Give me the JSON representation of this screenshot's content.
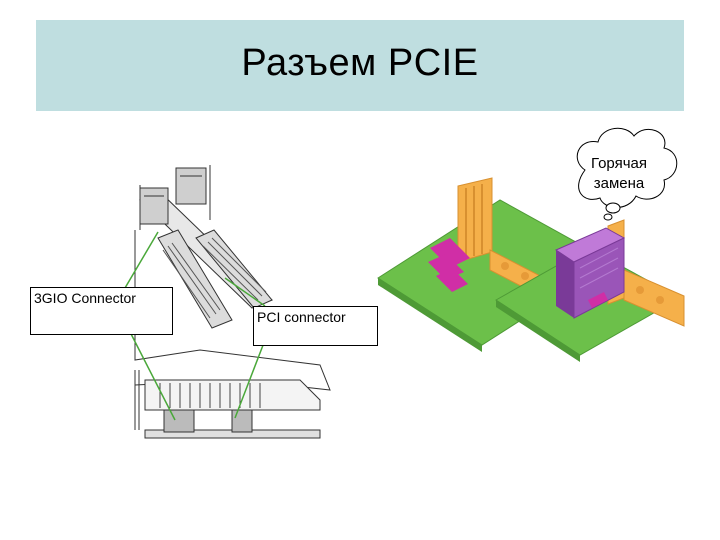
{
  "slide": {
    "title": "Разъем PCIE"
  },
  "labels": {
    "gio_connector": "3GIO Connector",
    "pci_connector": "PCI connector"
  },
  "callout": {
    "line1": "Горячая",
    "line2": "замена"
  },
  "colors": {
    "title_band": "#bfdee0",
    "board_green": "#6cc04a",
    "slot_orange": "#f5b04a",
    "card_purple": "#9a55b8",
    "pointer_green": "#4aa83a"
  }
}
